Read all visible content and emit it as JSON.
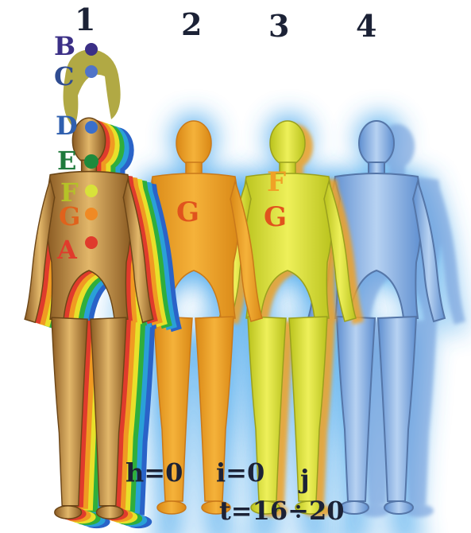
{
  "figure_numbers": [
    "1",
    "2",
    "3",
    "4"
  ],
  "figure1_labels": [
    "B",
    "C",
    "D",
    "E",
    "F",
    "G",
    "A"
  ],
  "figure2_label": "G",
  "figure3_labels": [
    "F",
    "G"
  ],
  "bottom": {
    "h": "h=0",
    "i": "i=0",
    "j": "j",
    "t": "t=16÷20"
  },
  "colors": {
    "figure1_body": "#c89a4a",
    "figure2_body": "#f0a326",
    "figure3_body": "#d8e23a",
    "figure4_body": "#8fb6e6",
    "aura": "#3aa0ea",
    "text": "#1c2236"
  }
}
